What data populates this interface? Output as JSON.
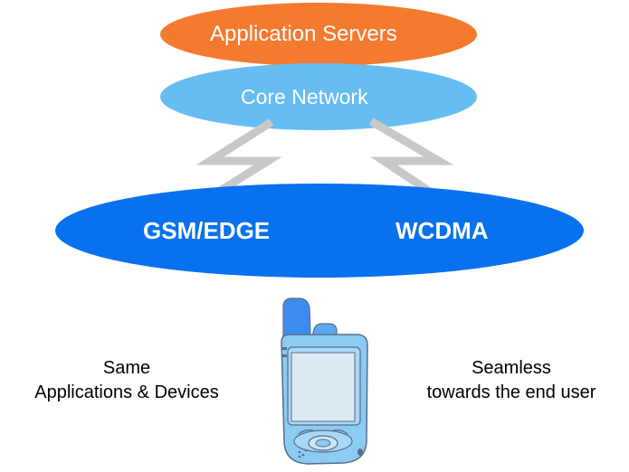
{
  "layers": {
    "application_servers": "Application Servers",
    "core_network": "Core Network",
    "radio_left": "GSM/EDGE",
    "radio_right": "WCDMA"
  },
  "notes": {
    "left_line1": "Same",
    "left_line2": "Applications & Devices",
    "right_line1": "Seamless",
    "right_line2": "towards the end user"
  },
  "colors": {
    "application_servers_fill": "#F47A30",
    "core_network_fill": "#66BDF2",
    "radio_access_fill": "#0871EE",
    "link": "#C8C8C8",
    "handset_body": "#8CCBF2",
    "handset_screen": "#DCEAF4"
  },
  "icons": [
    "lightning-link-icon",
    "mobile-phone-icon"
  ]
}
